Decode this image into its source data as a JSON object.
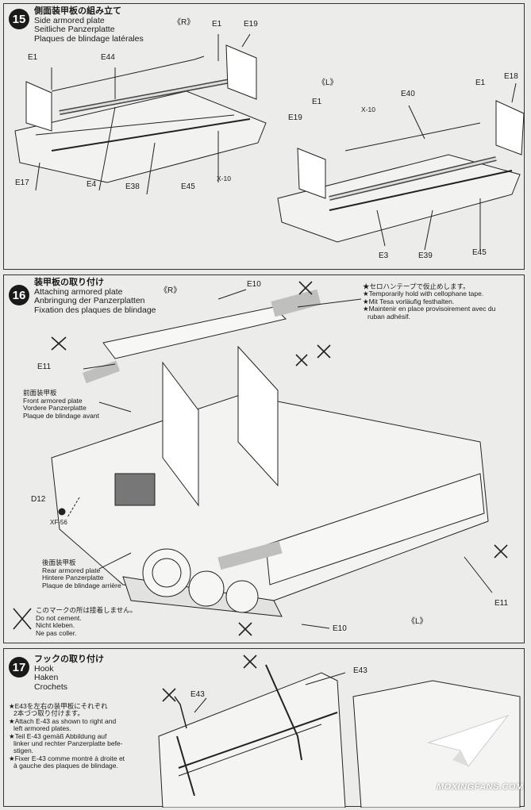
{
  "step15": {
    "number": "15",
    "title_jp": "側面装甲板の組み立て",
    "title_en": "Side armored plate",
    "title_de": "Seitliche Panzerplatte",
    "title_fr": "Plaques de blindage latérales",
    "side_right": "《R》",
    "side_left": "《L》",
    "parts_right": [
      "E1",
      "E19",
      "E1",
      "E44",
      "X-10",
      "E17",
      "E4",
      "E38",
      "E45"
    ],
    "parts_left": [
      "E18",
      "E1",
      "E40",
      "X-10",
      "E1",
      "E19",
      "E3",
      "E39",
      "E45"
    ]
  },
  "step16": {
    "number": "16",
    "title_jp": "装甲板の取り付け",
    "title_en": "Attaching armored plate",
    "title_de": "Anbringung der Panzerplatten",
    "title_fr": "Fixation des plaques de blindage",
    "side_right": "《R》",
    "side_left": "《L》",
    "tape_note": {
      "jp": "★セロハンテープで仮止めします。",
      "en": "★Temporarily hold with cellophane tape.",
      "de": "★Mit Tesa vorläufig festhalten.",
      "fr1": "★Maintenir en place provisoirement avec du",
      "fr2": "ruban adhésif."
    },
    "front_plate": {
      "jp": "前面装甲板",
      "en": "Front armored plate",
      "de": "Vordere Panzerplatte",
      "fr": "Plaque de blindage avant"
    },
    "rear_plate": {
      "jp": "後面装甲板",
      "en": "Rear armored plate",
      "de": "Hintere Panzerplatte",
      "fr": "Plaque de blindage arrière"
    },
    "no_cement": {
      "jp": "このマークの所は接着しません。",
      "en": "Do not cement.",
      "de": "Nicht kleben.",
      "fr": "Ne pas coller."
    },
    "parts": {
      "e10_top": "E10",
      "e11_left": "E11",
      "d12": "D12",
      "xf56": "XF-56",
      "e11_right": "E11",
      "e10_bottom": "E10"
    }
  },
  "step17": {
    "number": "17",
    "title_jp": "フックの取り付け",
    "title_en": "Hook",
    "title_de": "Haken",
    "title_fr": "Crochets",
    "note": {
      "jp1": "★E43を左右の装甲板にそれぞれ",
      "jp2": "2本づつ取り付けます。",
      "en1": "★Attach E-43 as shown to right and",
      "en2": "left armored plates.",
      "de1": "★Teil E-43 gemäß Abbildung auf",
      "de2": "linker und rechter Panzerplatte befe-",
      "de3": "stigen.",
      "fr1": "★Fixer E-43 comme montré à droite et",
      "fr2": "à gauche des plaques de blindage."
    },
    "parts": [
      "E43",
      "E43"
    ]
  },
  "watermark": "MOXINGFANS.COM"
}
